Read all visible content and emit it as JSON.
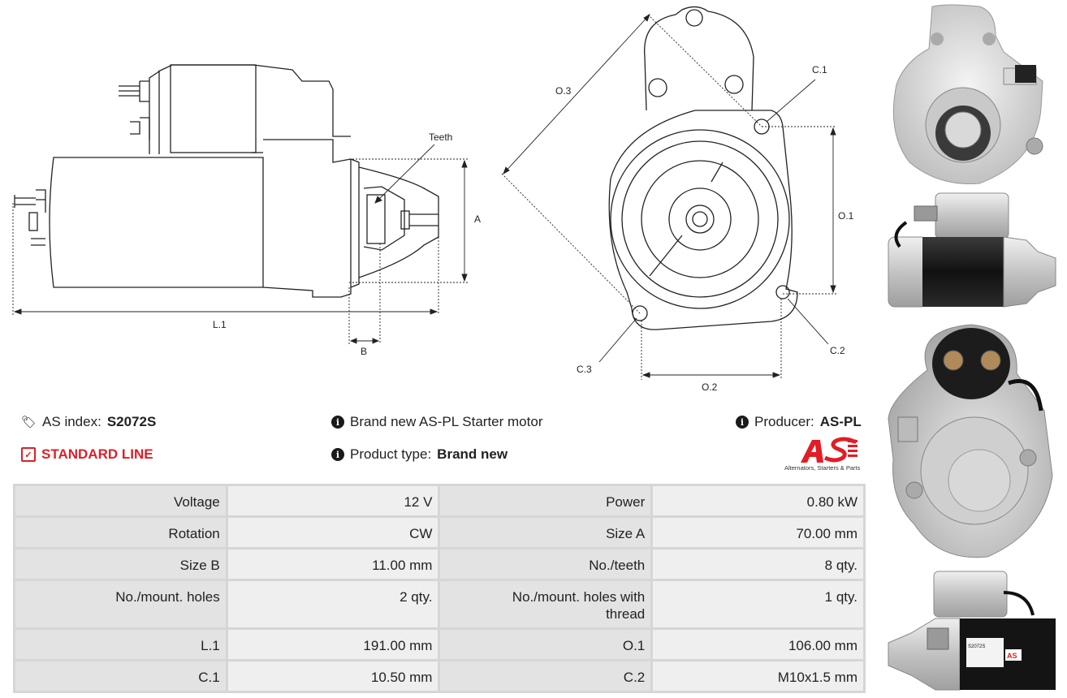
{
  "drawing": {
    "side_labels": {
      "teeth": "Teeth",
      "a": "A",
      "b": "B",
      "l1": "L.1"
    },
    "front_labels": {
      "o3": "O.3",
      "c1": "C.1",
      "o1": "O.1",
      "c2": "C.2",
      "c3": "C.3",
      "o2": "O.2"
    }
  },
  "info": {
    "as_index_label": "AS index:",
    "as_index_value": "S2072S",
    "line_label": "STANDARD LINE",
    "description": "Brand new AS-PL Starter motor",
    "product_type_label": "Product type:",
    "product_type_value": "Brand new",
    "producer_label": "Producer:",
    "producer_value": "AS-PL"
  },
  "logo": {
    "mark": "AS",
    "tagline": "Alternators, Starters & Parts",
    "color": "#e21d25"
  },
  "specs": [
    [
      {
        "k": "Voltage",
        "v": "12 V"
      },
      {
        "k": "Power",
        "v": "0.80 kW"
      }
    ],
    [
      {
        "k": "Rotation",
        "v": "CW"
      },
      {
        "k": "Size A",
        "v": "70.00 mm"
      }
    ],
    [
      {
        "k": "Size B",
        "v": "11.00 mm"
      },
      {
        "k": "No./teeth",
        "v": "8 qty."
      }
    ],
    [
      {
        "k": "No./mount. holes",
        "v": "2 qty."
      },
      {
        "k": "No./mount. holes with thread",
        "v": "1 qty."
      }
    ],
    [
      {
        "k": "L.1",
        "v": "191.00 mm"
      },
      {
        "k": "O.1",
        "v": "106.00 mm"
      }
    ],
    [
      {
        "k": "C.1",
        "v": "10.50 mm"
      },
      {
        "k": "C.2",
        "v": "M10x1.5 mm"
      }
    ]
  ],
  "photo_label": {
    "part_code": "S2072S"
  }
}
